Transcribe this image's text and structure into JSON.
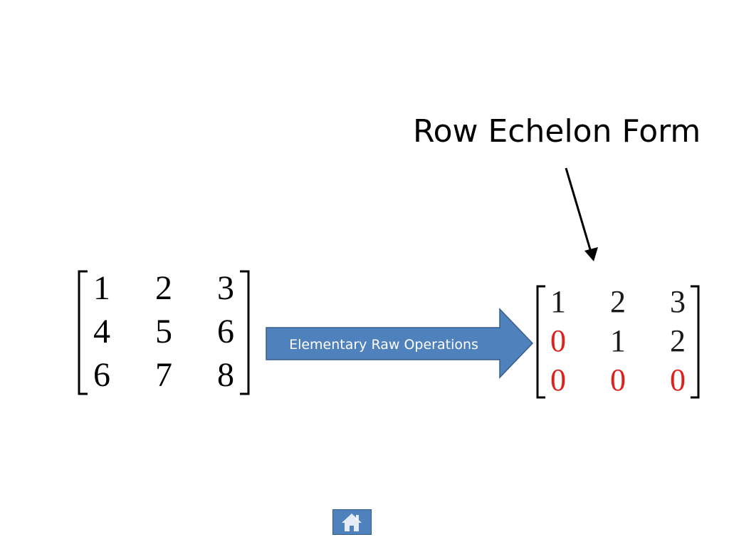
{
  "slide": {
    "title": "Row Echelon Form",
    "arrow_label": "Elementary Raw Operations",
    "home_button_icon": "home-icon"
  },
  "matrices": {
    "original": {
      "rows": [
        [
          "1",
          "2",
          "3"
        ],
        [
          "4",
          "5",
          "6"
        ],
        [
          "6",
          "7",
          "8"
        ]
      ]
    },
    "row_echelon": {
      "rows": [
        [
          "1",
          "2",
          "3"
        ],
        [
          "0",
          "1",
          "2"
        ],
        [
          "0",
          "0",
          "0"
        ]
      ],
      "zero_color": "#e0201a",
      "nonzero_color": "#1a1a1a"
    }
  },
  "colors": {
    "arrow_fill": "#4f81bd",
    "arrow_stroke": "#385d8a",
    "home_fill": "#4f81bd"
  }
}
